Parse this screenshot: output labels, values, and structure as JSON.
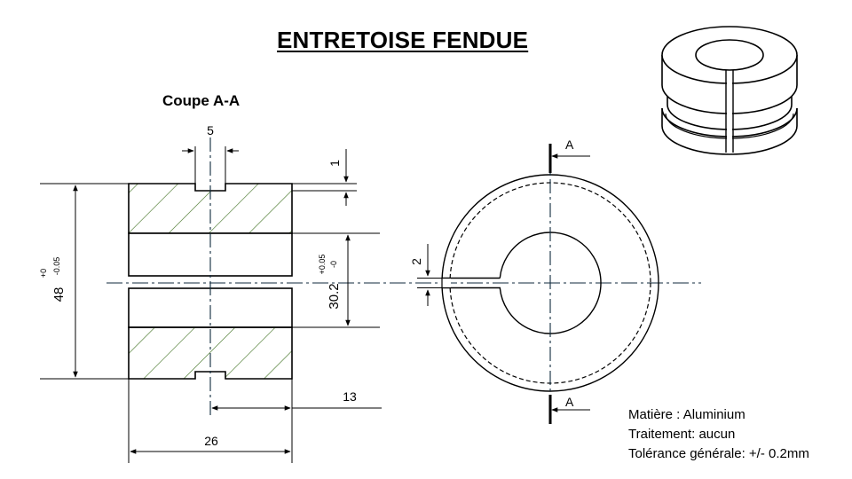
{
  "title": "ENTRETOISE FENDUE",
  "section_label": "Coupe A-A",
  "dimensions": {
    "slot_width": "5",
    "groove_depth": "1",
    "outer_diameter": "48",
    "outer_tol_upper": "+0",
    "outer_tol_lower": "-0.05",
    "inner_diameter": "30.2",
    "inner_tol_upper": "+0.05",
    "inner_tol_lower": "-0",
    "half_width": "13",
    "total_width": "26",
    "split_gap": "2"
  },
  "cut_marker": "A",
  "specs": {
    "material": "Matière : Aluminium",
    "treatment": "Traitement: aucun",
    "tolerance": "Tolérance générale: +/- 0.2mm"
  },
  "colors": {
    "line": "#000000",
    "centerline": "#0f2a3d",
    "hatch": "#3b6e1c"
  }
}
